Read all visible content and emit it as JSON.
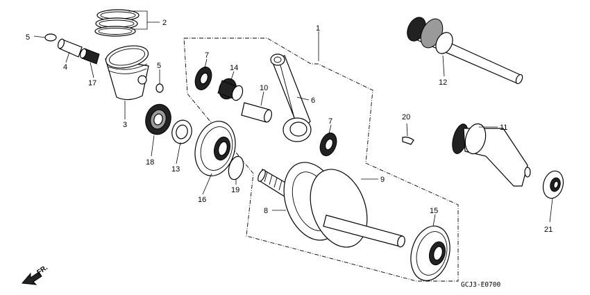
{
  "diagram": {
    "parts": [
      {
        "id": "p1",
        "number": "1"
      },
      {
        "id": "p2",
        "number": "2"
      },
      {
        "id": "p3",
        "number": "3"
      },
      {
        "id": "p4",
        "number": "4"
      },
      {
        "id": "p5a",
        "number": "5"
      },
      {
        "id": "p5b",
        "number": "5"
      },
      {
        "id": "p6",
        "number": "6"
      },
      {
        "id": "p7a",
        "number": "7"
      },
      {
        "id": "p7b",
        "number": "7"
      },
      {
        "id": "p8",
        "number": "8"
      },
      {
        "id": "p9",
        "number": "9"
      },
      {
        "id": "p10",
        "number": "10"
      },
      {
        "id": "p11",
        "number": "11"
      },
      {
        "id": "p12",
        "number": "12"
      },
      {
        "id": "p13",
        "number": "13"
      },
      {
        "id": "p14",
        "number": "14"
      },
      {
        "id": "p15",
        "number": "15"
      },
      {
        "id": "p16",
        "number": "16"
      },
      {
        "id": "p17",
        "number": "17"
      },
      {
        "id": "p18",
        "number": "18"
      },
      {
        "id": "p19",
        "number": "19"
      },
      {
        "id": "p20",
        "number": "20"
      },
      {
        "id": "p21",
        "number": "21"
      }
    ],
    "front_arrow_label": "FR.",
    "diagram_code": "GCJ3-E0700"
  }
}
